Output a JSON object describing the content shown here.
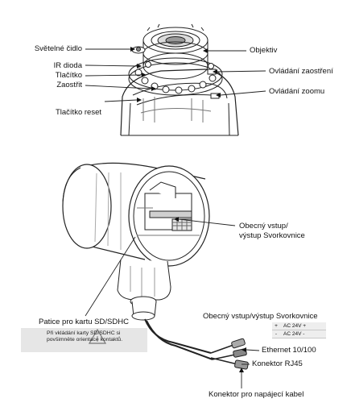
{
  "labels": {
    "light_sensor": "Světelné čidlo",
    "ir_diode": "IR dioda",
    "button": "Tlačítko",
    "focus": "Zaostřit",
    "reset_button": "Tlačítko reset",
    "lens": "Objektiv",
    "focus_control": "Ovládání zaostření",
    "zoom_control": "Ovládání zoomu",
    "general_io_terminal_line1": "Obecný vstup/",
    "general_io_terminal_line2": "výstup Svorkovnice",
    "sd_slot": "Patice pro kartu SD/SDHC",
    "sd_note": "Při vkládání karty SD/SDHC si povšimněte orientace kontaktů.",
    "general_io_terminal": "Obecný vstup/výstup Svorkovnice",
    "ethernet": "Ethernet 10/100",
    "rj45": "Konektor RJ45",
    "power_connector": "Konektor pro napájecí kabel"
  },
  "terminal_rows": [
    {
      "sign": "+",
      "text": "AC 24V +"
    },
    {
      "sign": "-",
      "text": "AC 24V -"
    }
  ]
}
